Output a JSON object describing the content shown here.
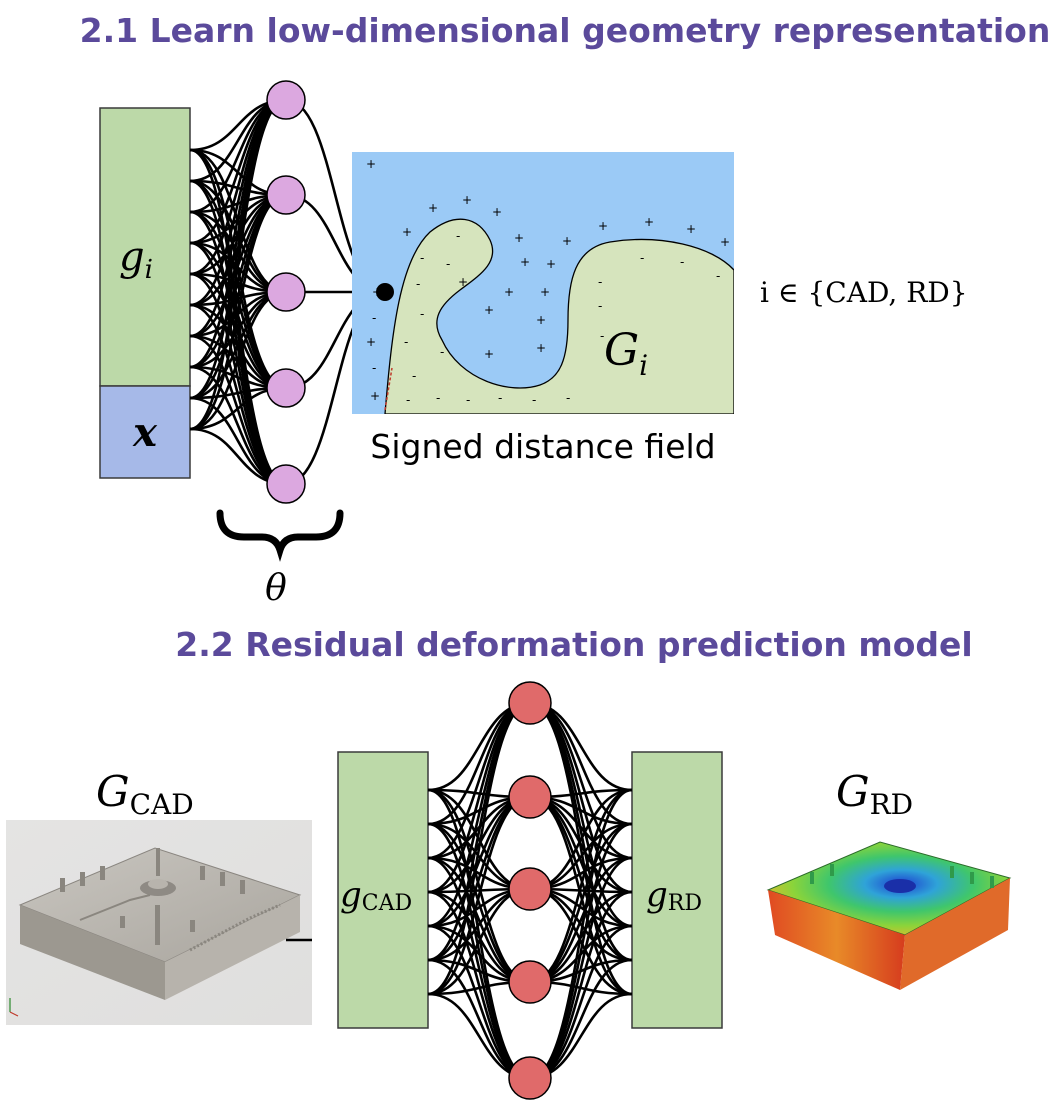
{
  "section1": {
    "heading": "2.1 Learn low-dimensional geometry representation",
    "input_top_label_base": "g",
    "input_top_label_sub": "i",
    "input_bottom_label": "x",
    "param_label": "θ",
    "sdf_caption": "Signed distance field",
    "sdf_shape_label_base": "G",
    "sdf_shape_label_sub": "i",
    "index_set": "i ∈ {CAD, RD}",
    "plus_sign": "+",
    "minus_sign": "-"
  },
  "section2": {
    "heading": "2.2 Residual deformation prediction model",
    "left_label_base": "G",
    "left_label_sub": "CAD",
    "right_label_base": "G",
    "right_label_sub": "RD",
    "input_box_base": "g",
    "input_box_sub": "CAD",
    "output_box_base": "g",
    "output_box_sub": "RD"
  },
  "colors": {
    "heading": "#5b4a9b",
    "green_box": "#bcd9a8",
    "blue_box": "#a6b9e8",
    "node_pink": "#dca8e0",
    "node_red": "#e06a6a",
    "sdf_outside": "#9bcaf6",
    "sdf_inside": "#d6e4bd"
  }
}
